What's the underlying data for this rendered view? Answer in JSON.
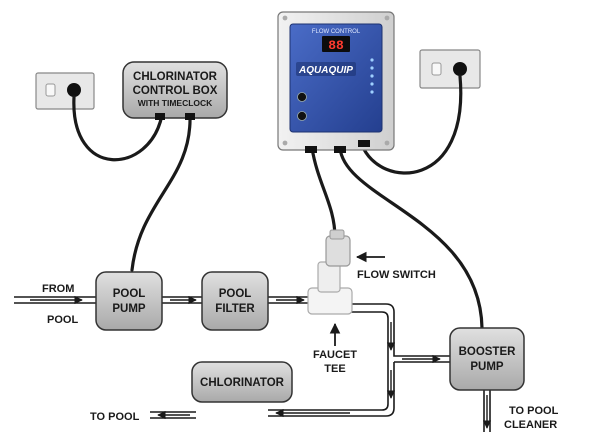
{
  "boxes": {
    "control_box": {
      "line1": "CHLORINATOR",
      "line2": "CONTROL BOX",
      "line3": "WITH TIMECLOCK"
    },
    "pool_pump": {
      "line1": "POOL",
      "line2": "PUMP"
    },
    "pool_filter": {
      "line1": "POOL",
      "line2": "FILTER"
    },
    "booster_pump": {
      "line1": "BOOSTER",
      "line2": "PUMP"
    },
    "chlorinator": {
      "line1": "CHLORINATOR"
    }
  },
  "labels": {
    "from": "FROM",
    "pool": "POOL",
    "flow_switch": "FLOW SWITCH",
    "faucet": "FAUCET",
    "tee": "TEE",
    "to_pool": "TO POOL",
    "to_pool_cleaner_1": "TO POOL",
    "to_pool_cleaner_2": "CLEANER"
  },
  "flow_control": {
    "title": "FLOW CONTROL",
    "display": "88",
    "brand": "AQUAQUIP"
  },
  "colors": {
    "box_fill": "#c8c8c8",
    "panel_blue": "#2f4fa8",
    "pipe": "#1a1a1a"
  }
}
